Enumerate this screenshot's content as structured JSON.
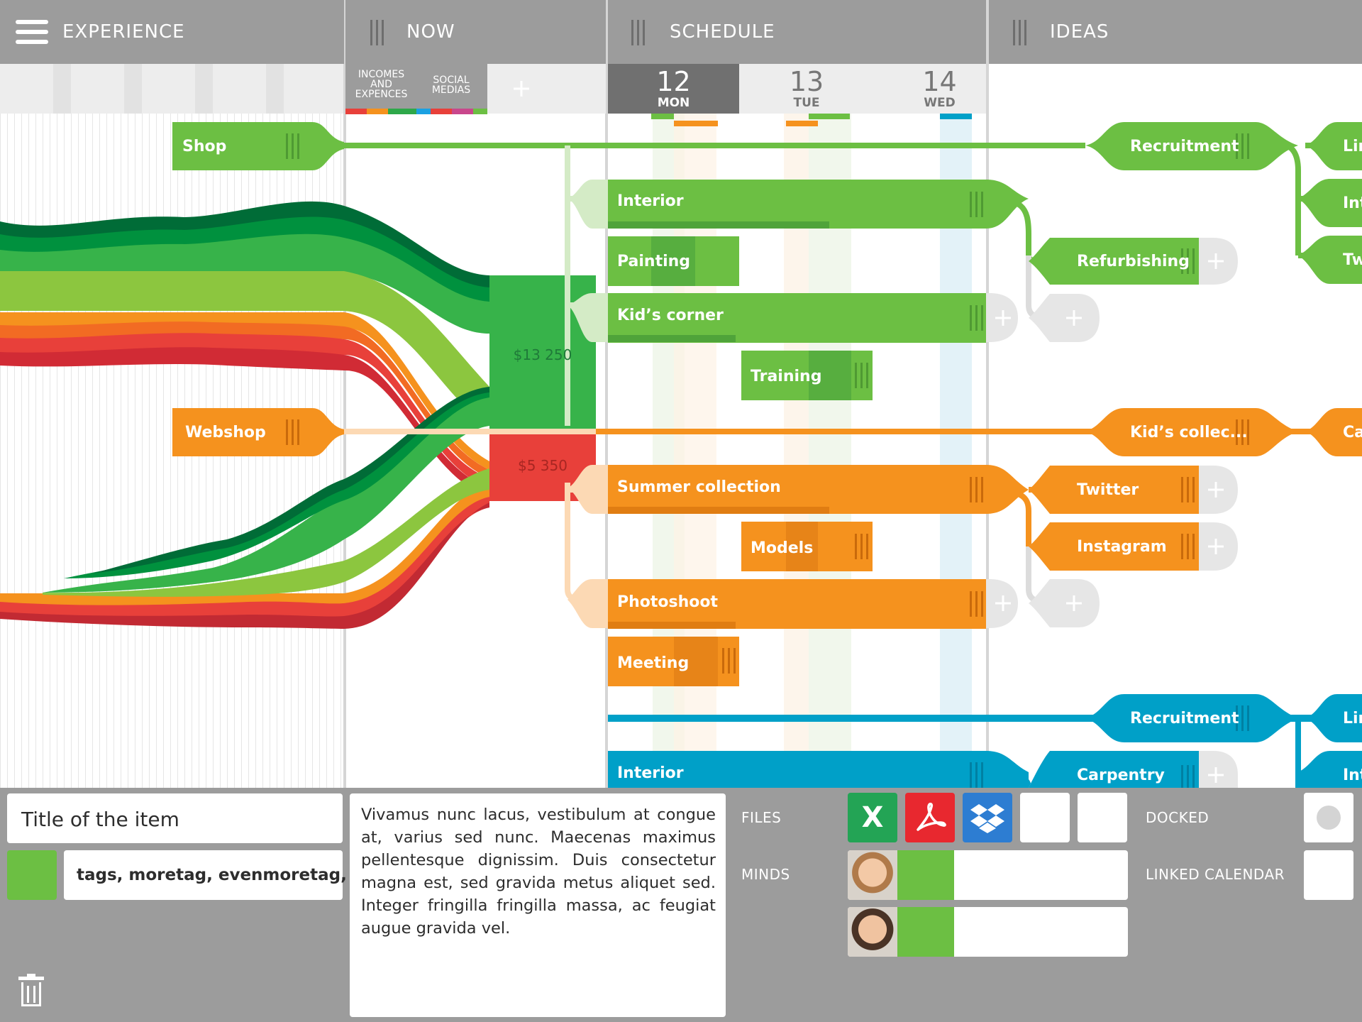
{
  "header": {
    "experience": "EXPERIENCE",
    "now": "NOW",
    "schedule": "SCHEDULE",
    "ideas": "IDEAS"
  },
  "now_tabs": {
    "incomes": "INCOMES\nAND\nEXPENCES",
    "social": "SOCIAL\nMEDIAS",
    "add": "+"
  },
  "days": [
    {
      "num": "12",
      "name": "MON"
    },
    {
      "num": "13",
      "name": "TUE"
    },
    {
      "num": "14",
      "name": "WED"
    }
  ],
  "experience_items": {
    "shop": "Shop",
    "webshop": "Webshop"
  },
  "totals": {
    "green": "$13 250",
    "red": "$5 350"
  },
  "schedule_items": {
    "interior_green": "Interior",
    "painting": "Painting",
    "kids_corner": "Kid’s corner",
    "training": "Training",
    "summer": "Summer collection",
    "models": "Models",
    "photoshoot": "Photoshoot",
    "meeting": "Meeting",
    "interior_blue": "Interior"
  },
  "ideas_items": {
    "recruitment_green": "Recruitment",
    "li_green": "Lin",
    "int_green": "Int",
    "tw_green": "Tw",
    "refurbishing": "Refurbishing",
    "kids_collection": "Kid’s collec...",
    "ca": "Ca",
    "twitter": "Twitter",
    "instagram": "Instagram",
    "recruitment_blue": "Recruitment",
    "lin_blue": "Lin",
    "carpentry": "Carpentry",
    "int_blue": "Int"
  },
  "dock": {
    "title": "Title of the item",
    "tags": "tags, moretag, evenmoretag,",
    "description": "Vivamus nunc lacus, vestibulum at congue at, varius sed nunc. Maecenas maximus pellentesque dignissim. Duis consectetur magna est, sed gravida metus aliquet sed. Integer fringilla fringilla massa, ac feugiat augue gravida vel.",
    "files_label": "FILES",
    "minds_label": "MINDS",
    "docked_label": "DOCKED",
    "linked_calendar_label": "LINKED CALENDAR",
    "excel_glyph": "X"
  },
  "colors": {
    "green": "#6cbf43",
    "dark_green": "#2ea84a",
    "orange": "#f5921e",
    "red": "#e8403a",
    "blue": "#00a0c8",
    "gray": "#9c9c9c"
  },
  "icons": [
    "menu-icon",
    "grip-icon",
    "plus-icon",
    "excel-icon",
    "pdf-icon",
    "dropbox-icon",
    "trash-icon",
    "avatar"
  ]
}
